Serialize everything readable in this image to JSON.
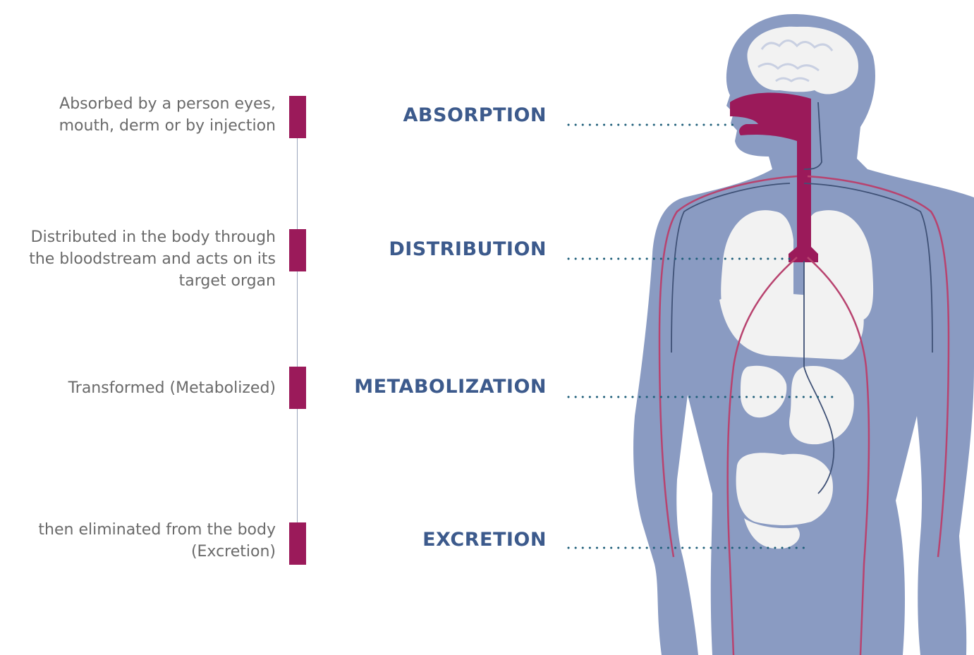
{
  "stages": [
    {
      "name": "ABSORPTION",
      "description": [
        "Absorbed by a person eyes,",
        "mouth, derm or by injection"
      ]
    },
    {
      "name": "DISTRIBUTION",
      "description": [
        "Distributed in the body  through",
        "the bloodstream and  acts on its",
        "target organ"
      ]
    },
    {
      "name": "METABOLIZATION",
      "description": [
        "Transformed (Metabolized)"
      ]
    },
    {
      "name": "EXCRETION",
      "description": [
        "then eliminated from the body",
        "(Excretion)"
      ]
    }
  ],
  "colors": {
    "accent": "#9b1a5a",
    "stage_label": "#3c5a8c",
    "body": "#8a9bc2",
    "organs": "#f2f2f2",
    "description_text": "#6a6a6a",
    "dotted_line": "#1f5f7a"
  }
}
